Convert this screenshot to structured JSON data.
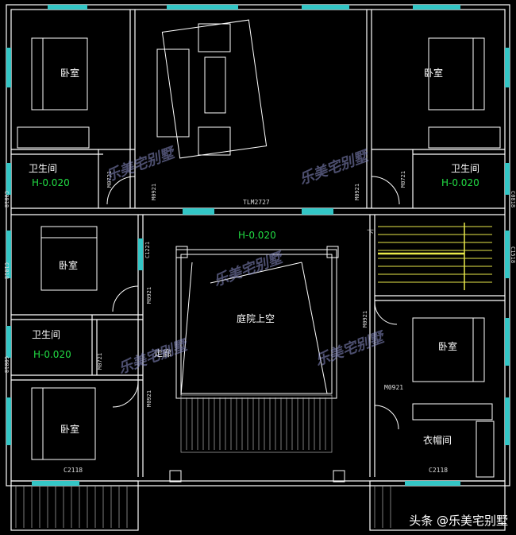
{
  "rooms": {
    "bedroom_nw": "卧室",
    "bedroom_ne": "卧室",
    "bedroom_w": "卧室",
    "bedroom_sw": "卧室",
    "bedroom_se": "卧室",
    "bath_nw": "卫生间",
    "bath_ne": "卫生间",
    "bath_w": "卫生间",
    "courtyard": "庭院上空",
    "corridor": "走廊",
    "closet": "衣帽间"
  },
  "levels": {
    "bath_nw": "H-0.020",
    "bath_ne": "H-0.020",
    "bath_w": "H-0.020",
    "courtyard": "H-0.020"
  },
  "marks": {
    "tlm": "TLM2727",
    "m0921_a": "M0921",
    "m0921_b": "M0921",
    "m0921_c": "M0921",
    "m0921_d": "M0921",
    "m0921_e": "M0921",
    "m0921_f": "M0921",
    "m0721_a": "M0721",
    "m0721_b": "M0721",
    "m0721_c": "M0721",
    "c1221": "C1221",
    "c2118_sw": "C2118",
    "c2118_se": "C2118",
    "c0818_a": "C0818",
    "c0818_b": "C0818",
    "c0818_c": "C0818",
    "c1518": "C1518",
    "c1818": "C1818",
    "stairs_down": "下"
  },
  "watermark": "乐美宅别墅",
  "footer": {
    "prefix": "头条",
    "handle": "@乐美宅别墅"
  },
  "colors": {
    "background": "#000000",
    "wall": "#ffffff",
    "window": "#33c6c6",
    "level": "#22dd44",
    "stair": "#e8e84a"
  }
}
